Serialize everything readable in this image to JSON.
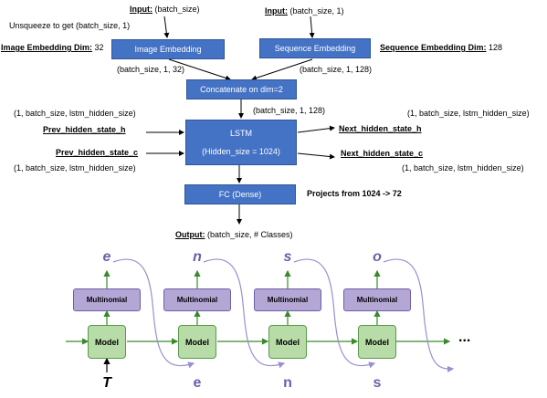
{
  "pipeline": {
    "input_image_label": "Input:",
    "input_image_value": "(batch_size)",
    "input_seq_label": "Input:",
    "input_seq_value": "(batch_size, 1)",
    "unsqueeze_note": "Unsqueeze to get (batch_size, 1)",
    "image_dim_label": "Image Embedding Dim:",
    "image_dim_value": "32",
    "image_embedding": "Image Embedding",
    "sequence_embedding": "Sequence Embedding",
    "seq_dim_label": "Sequence Embedding Dim:",
    "seq_dim_value": "128",
    "image_out_shape": "(batch_size, 1, 32)",
    "seq_out_shape": "(batch_size, 1, 128)",
    "concat": "Concatenate on dim=2",
    "concat_out_shape": "(batch_size, 1, 128)",
    "lstm_title": "LSTM",
    "lstm_hidden": "(Hidden_size = 1024)",
    "prev_h": "Prev_hidden_state_h",
    "prev_c": "Prev_hidden_state_c",
    "next_h": "Next_hidden_state_h",
    "next_c": "Next_hidden_state_c",
    "prev_h_shape": "(1, batch_size, lstm_hidden_size)",
    "prev_c_shape": "(1, batch_size, lstm_hidden_size)",
    "next_h_shape": "(1, batch_size, lstm_hidden_size)",
    "next_c_shape": "(1, batch_size, lstm_hidden_size)",
    "fc": "FC (Dense)",
    "projects_note": "Projects from 1024 -> 72",
    "output_label": "Output:",
    "output_value": "(batch_size, # Classes)"
  },
  "unroll": {
    "steps": [
      {
        "input": "T",
        "output": "e",
        "multinomial": "Multinomial",
        "model": "Model"
      },
      {
        "input": "e",
        "output": "n",
        "multinomial": "Multinomial",
        "model": "Model"
      },
      {
        "input": "n",
        "output": "s",
        "multinomial": "Multinomial",
        "model": "Model"
      },
      {
        "input": "s",
        "output": "o",
        "multinomial": "Multinomial",
        "model": "Model"
      }
    ],
    "ellipsis": "...",
    "colors": {
      "model_fill": "#b7dca8",
      "model_border": "#5a9a4a",
      "multinomial_fill": "#b4a7d6",
      "multinomial_border": "#6d5fa8",
      "output_letter": "#6d5fa8",
      "green_arrow": "#3a8a2a",
      "curve": "#9a8fd0"
    }
  }
}
